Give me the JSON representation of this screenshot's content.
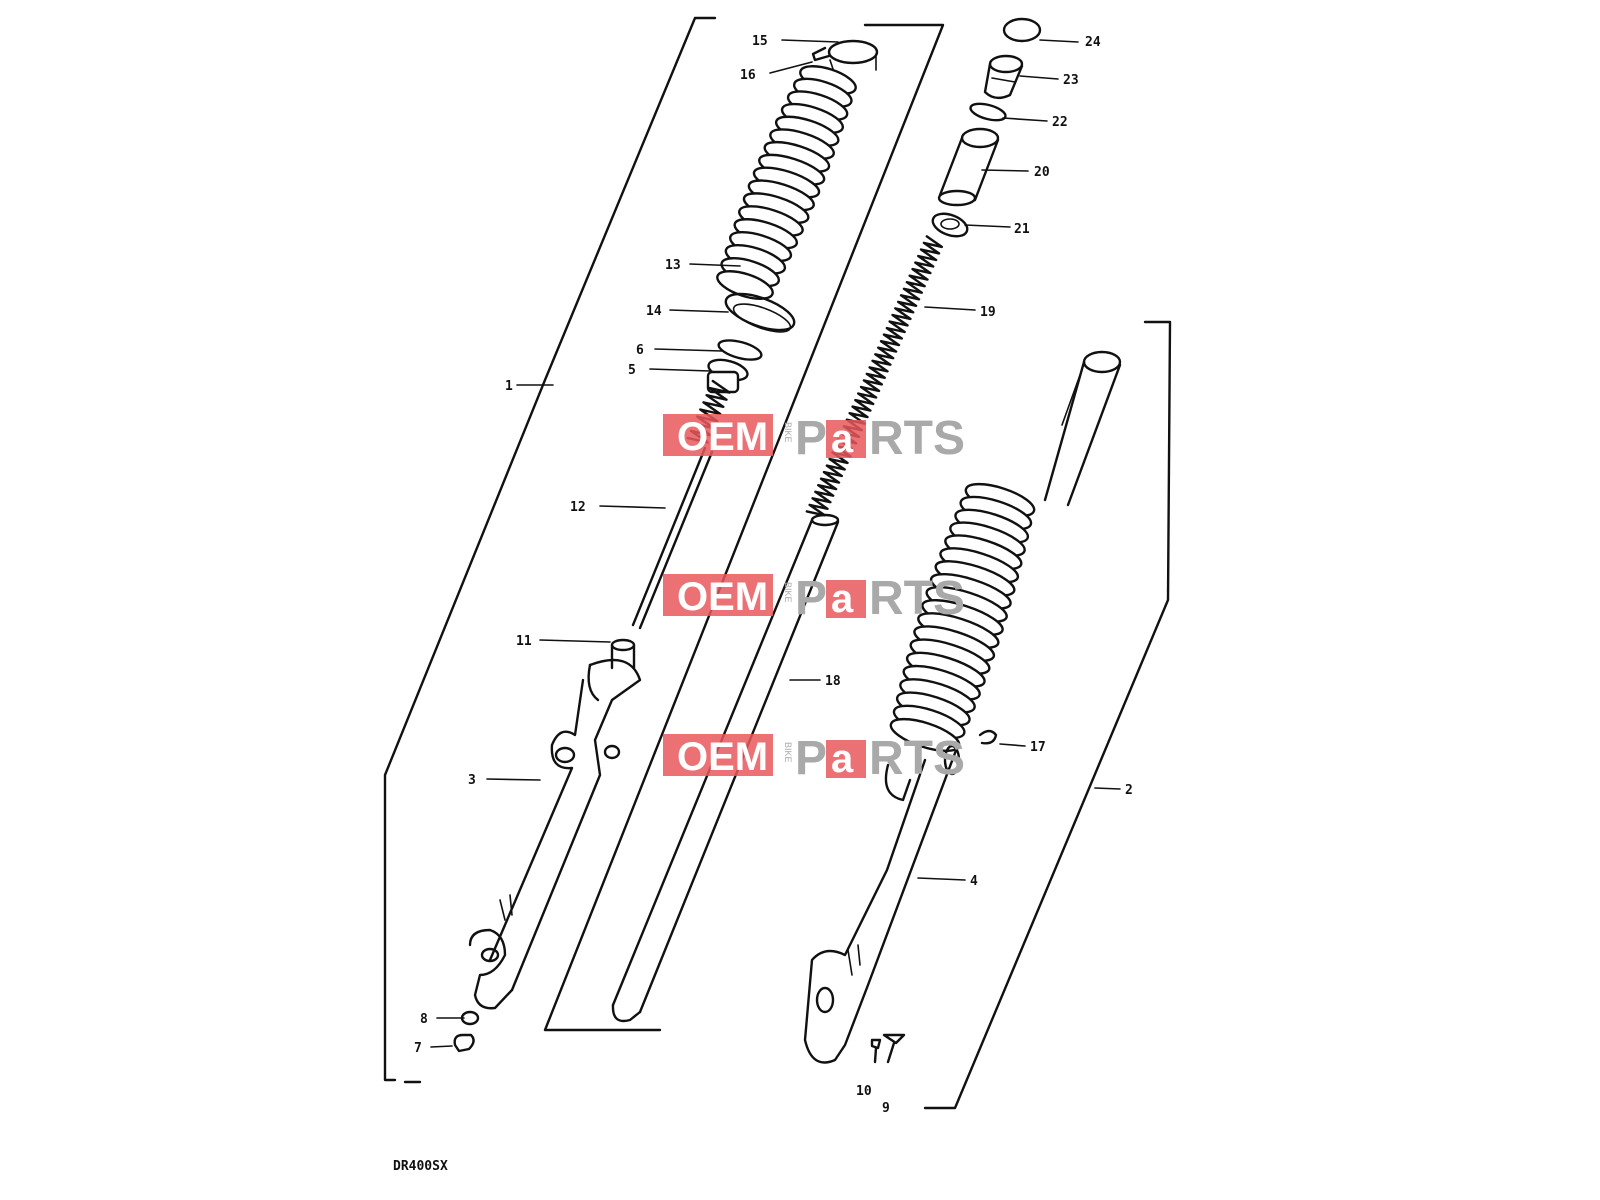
{
  "model_code": "DR400SX",
  "callouts": [
    {
      "id": "1",
      "text": "1"
    },
    {
      "id": "2",
      "text": "2"
    },
    {
      "id": "3",
      "text": "3"
    },
    {
      "id": "4",
      "text": "4"
    },
    {
      "id": "5",
      "text": "5"
    },
    {
      "id": "6",
      "text": "6"
    },
    {
      "id": "7",
      "text": "7"
    },
    {
      "id": "8",
      "text": "8"
    },
    {
      "id": "9",
      "text": "9"
    },
    {
      "id": "10",
      "text": "10"
    },
    {
      "id": "11",
      "text": "11"
    },
    {
      "id": "12",
      "text": "12"
    },
    {
      "id": "13",
      "text": "13"
    },
    {
      "id": "14",
      "text": "14"
    },
    {
      "id": "15",
      "text": "15"
    },
    {
      "id": "16",
      "text": "16"
    },
    {
      "id": "17",
      "text": "17"
    },
    {
      "id": "18",
      "text": "18"
    },
    {
      "id": "19",
      "text": "19"
    },
    {
      "id": "20",
      "text": "20"
    },
    {
      "id": "21",
      "text": "21"
    },
    {
      "id": "22",
      "text": "22"
    },
    {
      "id": "23",
      "text": "23"
    },
    {
      "id": "24",
      "text": "24"
    }
  ],
  "watermark": {
    "oem": "OEM",
    "bike": "BIKE",
    "parts_p": "P",
    "parts_a": "a",
    "parts_rest": "RTS",
    "red_color": "#e8585d",
    "gray_color": "#a9a9a9"
  }
}
